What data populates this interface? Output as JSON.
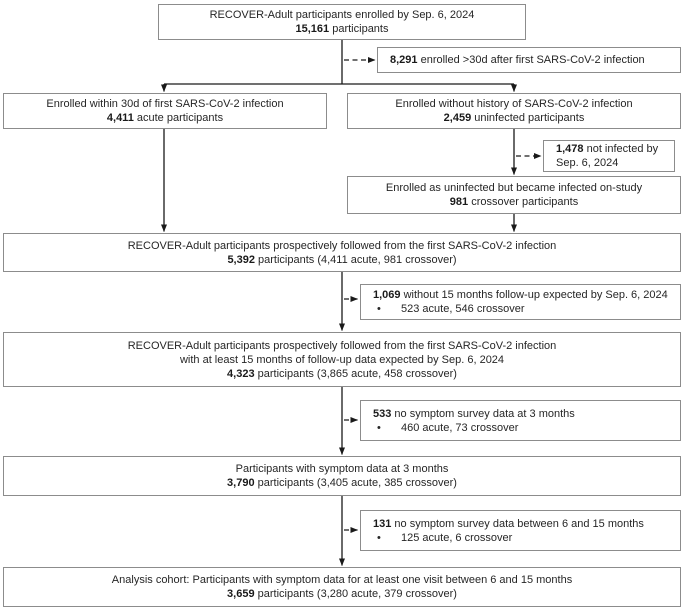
{
  "figure": {
    "type": "participant-flow-diagram",
    "bullet_char": "•"
  },
  "style": {
    "border_color": "#8c8c8c",
    "text_color": "#262626",
    "arrow_color": "#1a1a1a",
    "background": "#ffffff"
  },
  "boxes": {
    "enrolled": {
      "line1": "RECOVER-Adult participants enrolled by Sep. 6, 2024",
      "line2_bold": "15,161",
      "line2_rest": " participants"
    },
    "excl_late": {
      "bold": "8,291",
      "rest": " enrolled >30d after first SARS-CoV-2 infection"
    },
    "acute": {
      "line1": "Enrolled within 30d of first SARS-CoV-2 infection",
      "line2_bold": "4,411",
      "line2_rest": " acute participants"
    },
    "uninfected": {
      "line1": "Enrolled without history of SARS-CoV-2 infection",
      "line2_bold": "2,459",
      "line2_rest": " uninfected participants"
    },
    "excl_notinfected": {
      "bold": "1,478",
      "rest": " not infected by",
      "line2": "Sep. 6, 2024"
    },
    "crossover": {
      "line1": "Enrolled as uninfected but became infected on-study",
      "line2_bold": "981",
      "line2_rest": " crossover participants"
    },
    "followed": {
      "line1": "RECOVER-Adult participants prospectively followed from the first SARS-CoV-2 infection",
      "line2_bold": "5,392",
      "line2_rest": " participants (4,411 acute, 981 crossover)"
    },
    "excl_no15mo": {
      "bold": "1,069",
      "rest": " without 15 months follow-up expected by Sep. 6, 2024",
      "bullet": "523 acute, 546 crossover"
    },
    "followed15": {
      "line1": "RECOVER-Adult participants prospectively followed from the first SARS-CoV-2 infection",
      "line2": "with at least 15 months of follow-up data expected by Sep. 6, 2024",
      "line3_bold": "4,323",
      "line3_rest": " participants (3,865 acute, 458 crossover)"
    },
    "excl_no3mo": {
      "bold": "533",
      "rest": " no symptom survey data at 3 months",
      "bullet": "460 acute, 73 crossover"
    },
    "symptom3mo": {
      "line1": "Participants with symptom data at 3 months",
      "line2_bold": "3,790",
      "line2_rest": " participants (3,405 acute, 385 crossover)"
    },
    "excl_no615": {
      "bold": "131",
      "rest": " no symptom survey data between 6 and 15 months",
      "bullet": "125 acute, 6 crossover"
    },
    "analysis": {
      "line1": "Analysis cohort: Participants with symptom data for at least one visit between 6 and 15 months",
      "line2_bold": "3,659",
      "line2_rest": " participants (3,280 acute, 379 crossover)"
    }
  }
}
